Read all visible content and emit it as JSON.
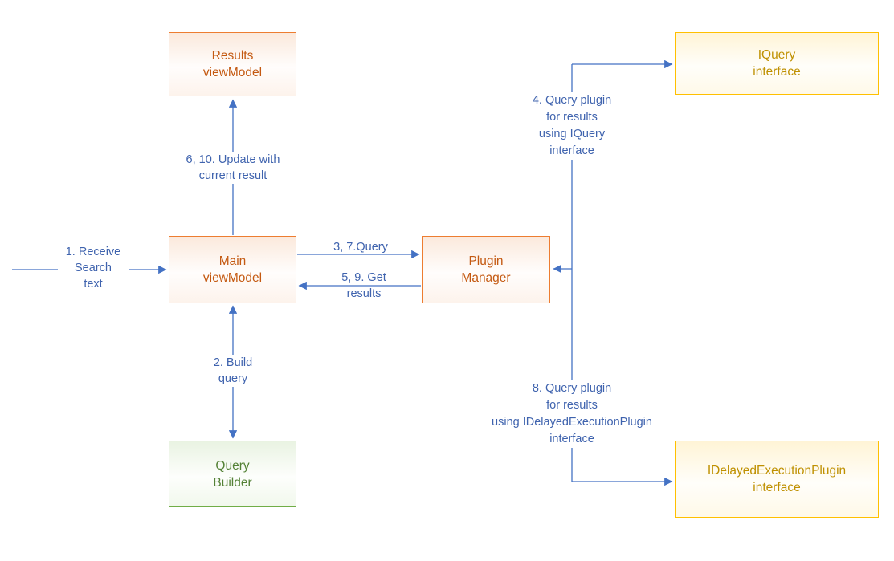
{
  "diagram": {
    "colors": {
      "arrow_blue": "#4472C4",
      "edge_label_blue": "#3F63AE",
      "orange_border": "#ED7D31",
      "orange_text": "#C45911",
      "gold_border": "#FFC000",
      "gold_text": "#BF9000",
      "green_border": "#70AD47",
      "green_text": "#538135",
      "background": "#FFFFFF"
    },
    "nodes": {
      "results_viewmodel": {
        "lines": [
          "Results",
          "viewModel"
        ]
      },
      "iquery_interface": {
        "lines": [
          "IQuery",
          "interface"
        ]
      },
      "main_viewmodel": {
        "lines": [
          "Main",
          "viewModel"
        ]
      },
      "plugin_manager": {
        "lines": [
          "Plugin",
          "Manager"
        ]
      },
      "query_builder": {
        "lines": [
          "Query",
          "Builder"
        ]
      },
      "idelayedexecutionplugin_interface": {
        "lines": [
          "IDelayedExecutionPlugin",
          "interface"
        ]
      }
    },
    "edges": {
      "receive_search_text": {
        "lines": [
          "1. Receive",
          "Search",
          "text"
        ]
      },
      "update_with_current_result": {
        "lines": [
          "6, 10. Update with",
          "current result"
        ]
      },
      "query": {
        "lines": [
          "3, 7.Query"
        ]
      },
      "get_results": {
        "lines": [
          "5, 9. Get",
          "results"
        ]
      },
      "build_query": {
        "lines": [
          "2. Build",
          "query"
        ]
      },
      "query_plugin_iquery": {
        "lines": [
          "4. Query plugin",
          "for results",
          "using IQuery",
          "interface"
        ]
      },
      "query_plugin_idelayed": {
        "lines": [
          "8. Query plugin",
          "for results",
          "using IDelayedExecutionPlugin",
          "interface"
        ]
      }
    }
  }
}
